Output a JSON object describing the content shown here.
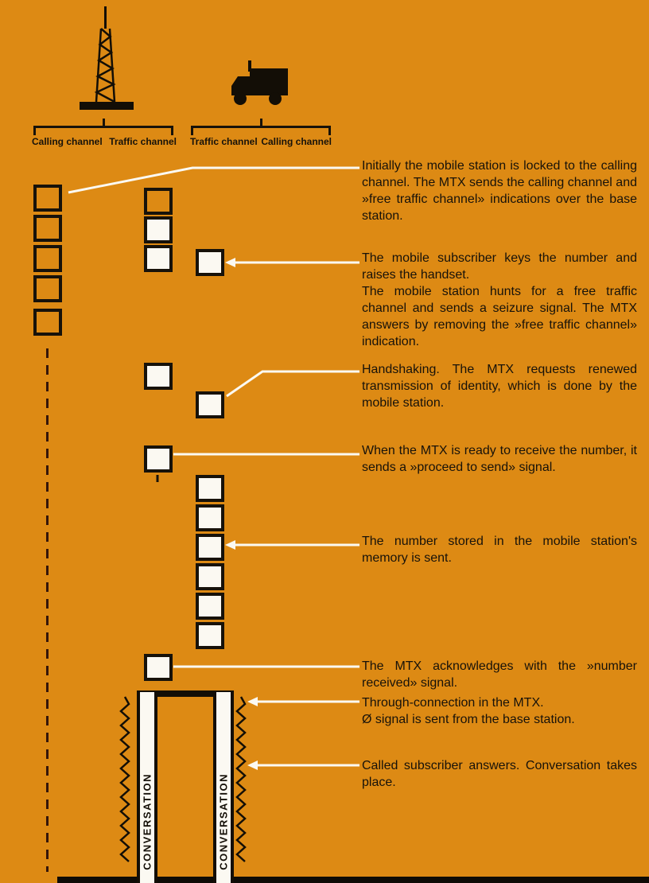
{
  "colors": {
    "background": "#dd8a14",
    "ink": "#17120a",
    "signal_white": "#fbf9f2",
    "dashed_line": "#35160a"
  },
  "base_station": {
    "icon": "radio-tower-icon",
    "channels": [
      "Calling channel",
      "Traffic channel"
    ]
  },
  "mobile_station": {
    "icon": "truck-icon",
    "channels": [
      "Traffic channel",
      "Calling channel"
    ]
  },
  "steps": [
    "Initially the mobile station is locked to the calling channel. The MTX sends the calling channel and »free traffic channel» indications over the base station.",
    "The mobile subscriber keys the number and raises the handset.\nThe mobile station hunts for a free traffic channel and sends a seizure signal. The MTX answers by removing the »free traffic channel» indication.",
    "Handshaking. The MTX requests renewed transmission of identity, which is done by the mobile station.",
    "When the MTX is ready to receive the number, it sends a »proceed to send» signal.",
    "The number stored in the mobile station's memory is sent.",
    "The MTX acknowledges with the »number received» signal.",
    "Through-connection in the MTX.\nØ signal is sent from the base station.",
    "Called subscriber answers. Conversation takes place."
  ],
  "conversation": {
    "label": "CONVERSATION"
  }
}
